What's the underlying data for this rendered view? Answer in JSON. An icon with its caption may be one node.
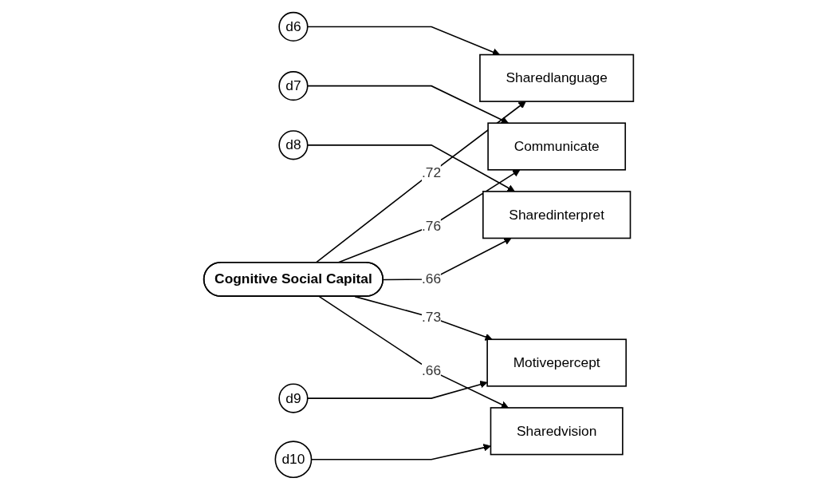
{
  "diagram": {
    "nodes": [
      {
        "text": [
          "d6"
        ]
      },
      {
        "text": [
          "Sharedlanguage"
        ]
      },
      {
        "text": [
          "d7"
        ]
      },
      {
        "text": [
          "Communicate"
        ]
      },
      {
        "text": [
          "d8"
        ]
      },
      {
        "text": [
          "Sharedinterpret"
        ]
      },
      {
        "text": [
          "d9"
        ]
      },
      {
        "text": [
          "Motivepercept"
        ]
      },
      {
        "text": [
          "d10"
        ]
      },
      {
        "text": [
          "Sharedvision"
        ]
      },
      {
        "text": [
          "Cognitive Social Capital"
        ]
      }
    ],
    "edges": [
      {
        "from": 0,
        "to": 1,
        "arrow": "to"
      },
      {
        "from": 2,
        "to": 3,
        "arrow": "to"
      },
      {
        "from": 4,
        "to": 5,
        "arrow": "to"
      },
      {
        "from": 6,
        "to": 7,
        "arrow": "to"
      },
      {
        "from": 8,
        "to": 9,
        "arrow": "to"
      },
      {
        "from": 10,
        "to": 1,
        "label": ".72",
        "arrow": "to"
      },
      {
        "from": 10,
        "to": 3,
        "label": ".76",
        "arrow": "to"
      },
      {
        "from": 10,
        "to": 5,
        "label": ".66",
        "arrow": "to"
      },
      {
        "from": 10,
        "to": 7,
        "label": ".73",
        "arrow": "to"
      },
      {
        "from": 10,
        "to": 9,
        "label": ".66",
        "arrow": "to"
      }
    ]
  }
}
